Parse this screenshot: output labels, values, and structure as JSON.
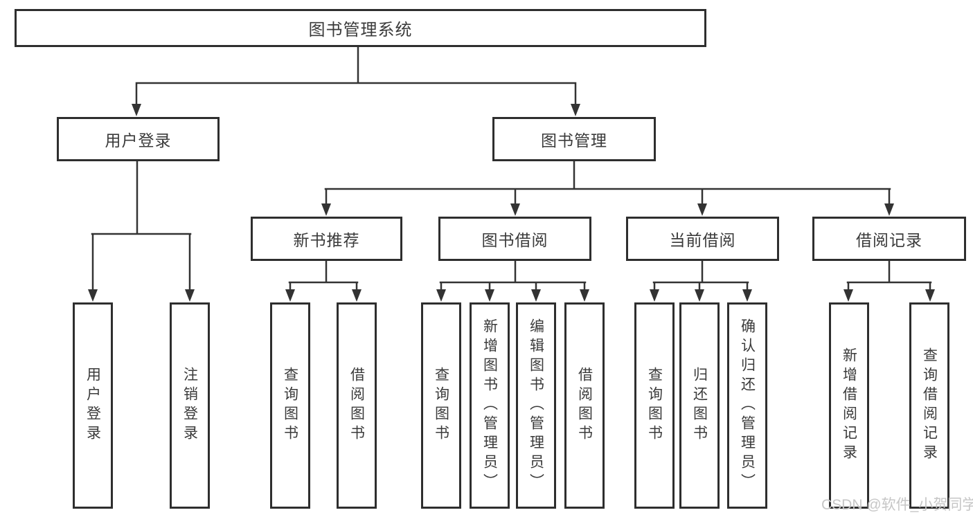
{
  "diagram_title": "图书管理系统",
  "tree": {
    "root": "图书管理系统",
    "user_login": {
      "label": "用户登录",
      "children": [
        "用户登录",
        "注销登录"
      ]
    },
    "book_mgmt": {
      "label": "图书管理",
      "children": [
        {
          "label": "新书推荐",
          "children": [
            "查询图书",
            "借阅图书"
          ]
        },
        {
          "label": "图书借阅",
          "children": [
            "查询图书",
            "新增图书（管理员）",
            "编辑图书（管理员）",
            "借阅图书"
          ]
        },
        {
          "label": "当前借阅",
          "children": [
            "查询图书",
            "归还图书",
            "确认归还（管理员）"
          ]
        },
        {
          "label": "借阅记录",
          "children": [
            "新增借阅记录",
            "查询借阅记录"
          ]
        }
      ]
    }
  },
  "watermark": "CSDN @软件_小贺同学",
  "colors": {
    "box_border": "#2e2e2e",
    "connector": "#333333",
    "text": "#3a3a3a",
    "watermark": "#c6c6c6",
    "background": "#ffffff"
  }
}
